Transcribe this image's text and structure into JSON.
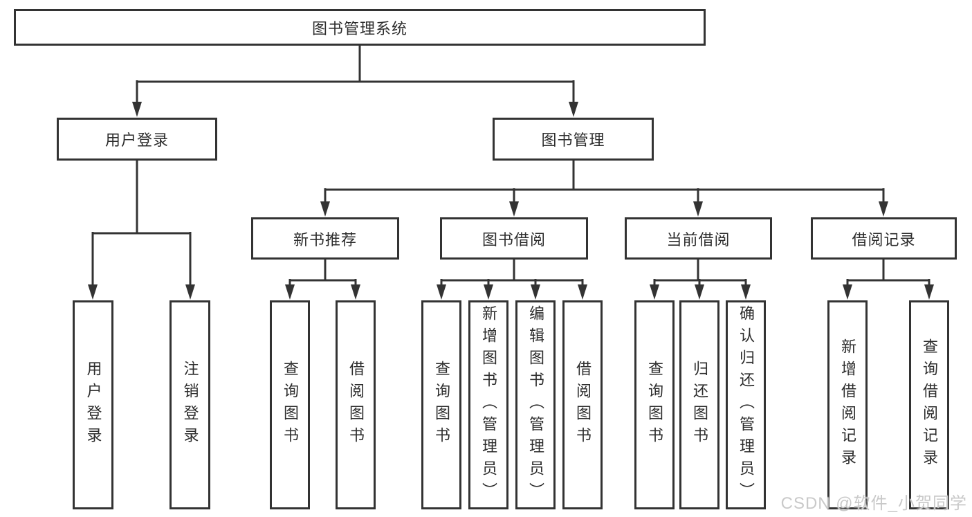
{
  "tree": {
    "root": {
      "label": "图书管理系统"
    },
    "branches": [
      {
        "label": "用户登录",
        "leaves": [
          {
            "label": "用户登录"
          },
          {
            "label": "注销登录"
          }
        ]
      },
      {
        "label": "图书管理",
        "groups": [
          {
            "label": "新书推荐",
            "leaves": [
              {
                "label": "查询图书"
              },
              {
                "label": "借阅图书"
              }
            ]
          },
          {
            "label": "图书借阅",
            "leaves": [
              {
                "label": "查询图书"
              },
              {
                "label": "新增图书（管理员）"
              },
              {
                "label": "编辑图书（管理员）"
              },
              {
                "label": "借阅图书"
              }
            ]
          },
          {
            "label": "当前借阅",
            "leaves": [
              {
                "label": "查询图书"
              },
              {
                "label": "归还图书"
              },
              {
                "label": "确认归还（管理员）"
              }
            ]
          },
          {
            "label": "借阅记录",
            "leaves": [
              {
                "label": "新增借阅记录"
              },
              {
                "label": "查询借阅记录"
              }
            ]
          }
        ]
      }
    ]
  },
  "watermark": {
    "text": "CSDN @软件_小贺同学"
  },
  "colors": {
    "line": "#333333",
    "box_border": "#333333",
    "text": "#2d2d2d",
    "background": "#ffffff",
    "watermark": "#c9c9c9"
  }
}
